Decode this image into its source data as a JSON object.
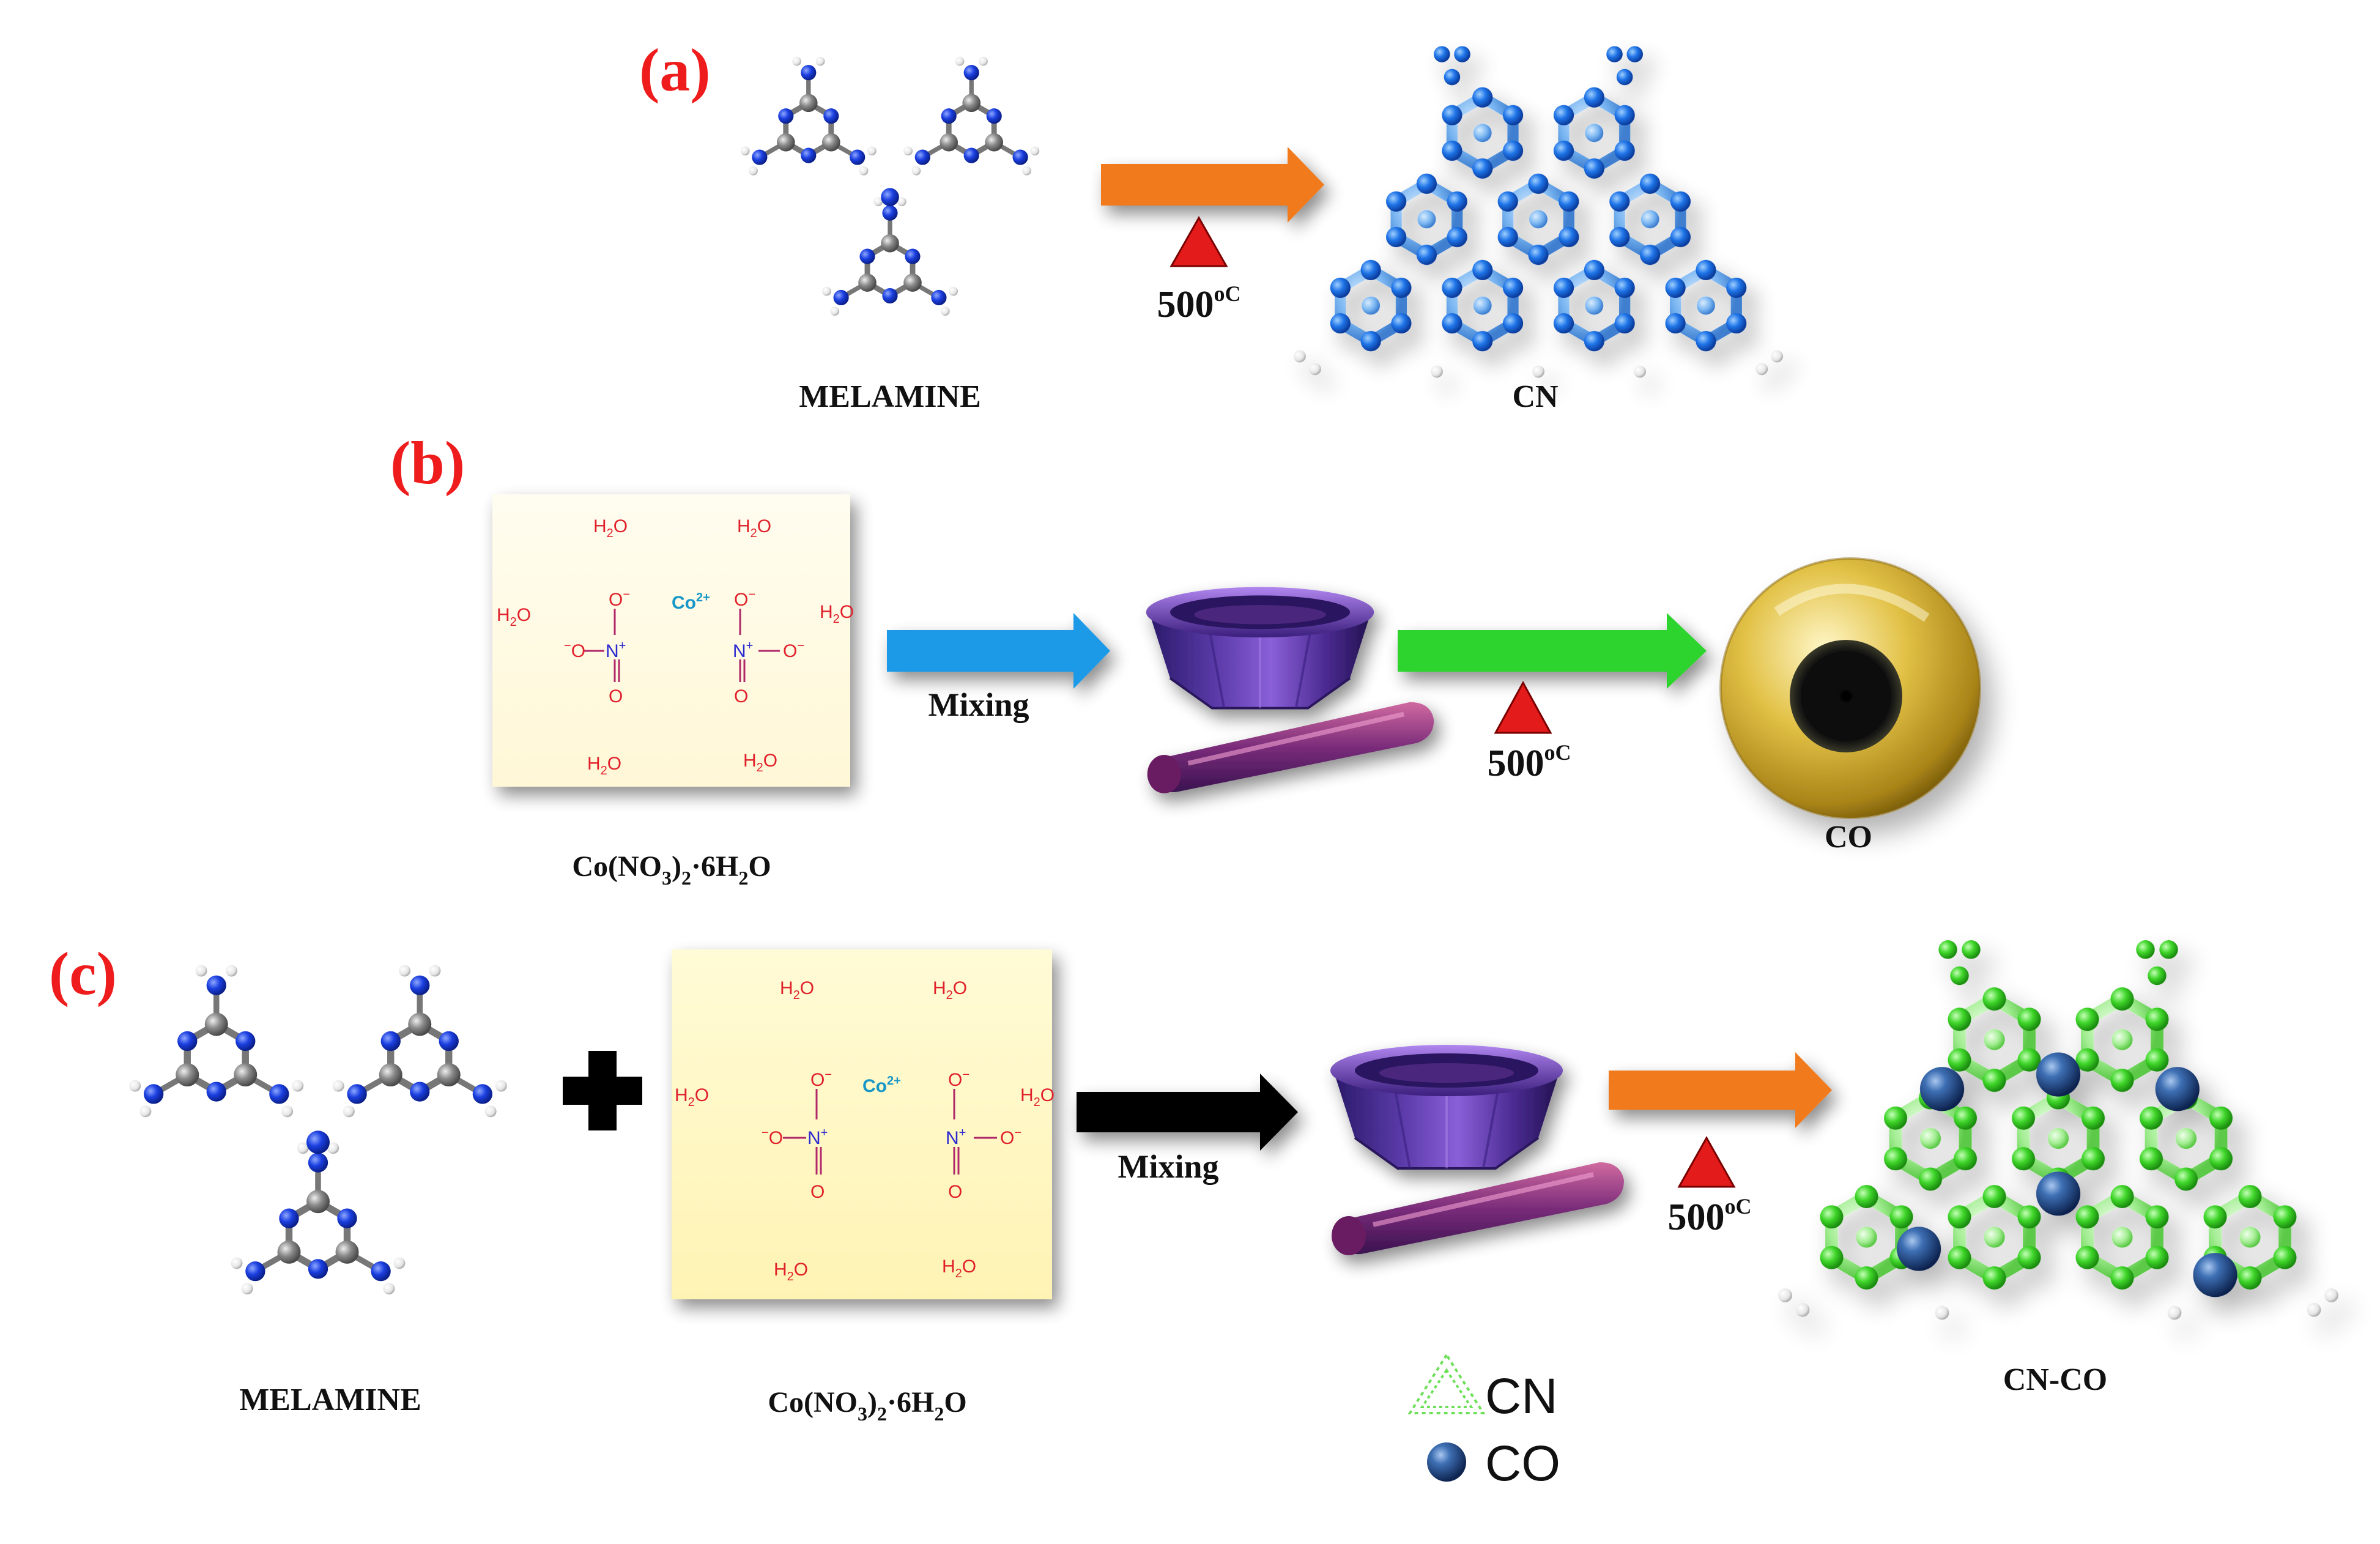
{
  "panels": {
    "a": {
      "label": "(a)",
      "reactant": "MELAMINE",
      "temperature": "500",
      "temperature_unit": "oC",
      "product": "CN"
    },
    "b": {
      "label": "(b)",
      "reactant_formula": {
        "p1": "Co(NO",
        "s1": "3",
        "p2": ")",
        "s2": "2",
        "p3": "·6H",
        "s3": "2",
        "p4": "O"
      },
      "step1": "Mixing",
      "temperature": "500",
      "temperature_unit": "oC",
      "product": "CO"
    },
    "c": {
      "label": "(c)",
      "reactant1": "MELAMINE",
      "reactant2_formula": {
        "p1": "Co(NO",
        "s1": "3",
        "p2": ")",
        "s2": "2",
        "p3": "·6H",
        "s3": "2",
        "p4": "O"
      },
      "step1": "Mixing",
      "temperature": "500",
      "temperature_unit": "oC",
      "product": "CN-CO",
      "legend": {
        "cn": "CN",
        "co": "CO"
      }
    }
  },
  "structure_card": {
    "water": "H",
    "water_sub": "2",
    "water_o": "O",
    "cobalt": "Co",
    "cobalt_charge": "2+",
    "nitrate_n": "N",
    "nitrate_plus": "+",
    "nitrate_o": "O",
    "nitrate_minus": "−"
  },
  "colors": {
    "panel_label": "#ee1c1c",
    "arrow_orange": "#f07a1a",
    "arrow_blue": "#1e9ae8",
    "arrow_green": "#2fd42f",
    "arrow_black": "#000000",
    "heat_triangle": "#e31b1b",
    "cn_network": "#1f74e8",
    "cn_co_network": "#46d82a",
    "co_particle": "#1f3f7a",
    "mortar": "#4a2a8a",
    "card_bg": "#fffbe6",
    "dish": "#c9a21e"
  }
}
